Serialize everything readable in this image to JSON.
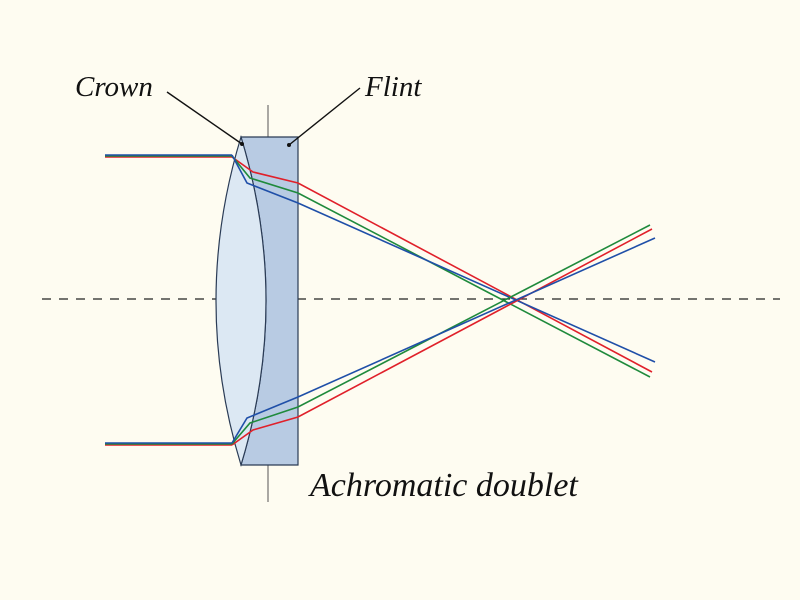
{
  "diagram": {
    "labels": {
      "crown": "Crown",
      "flint": "Flint",
      "caption": "Achromatic doublet"
    },
    "colors": {
      "background": "#fefcf1",
      "crown_fill": "#dce8f3",
      "flint_fill": "#b8cbe3",
      "lens_stroke": "#2a3b55",
      "axis": "#222222",
      "ray_red": "#e0202a",
      "ray_green": "#1f8a3c",
      "ray_blue": "#1f4fa8"
    }
  }
}
